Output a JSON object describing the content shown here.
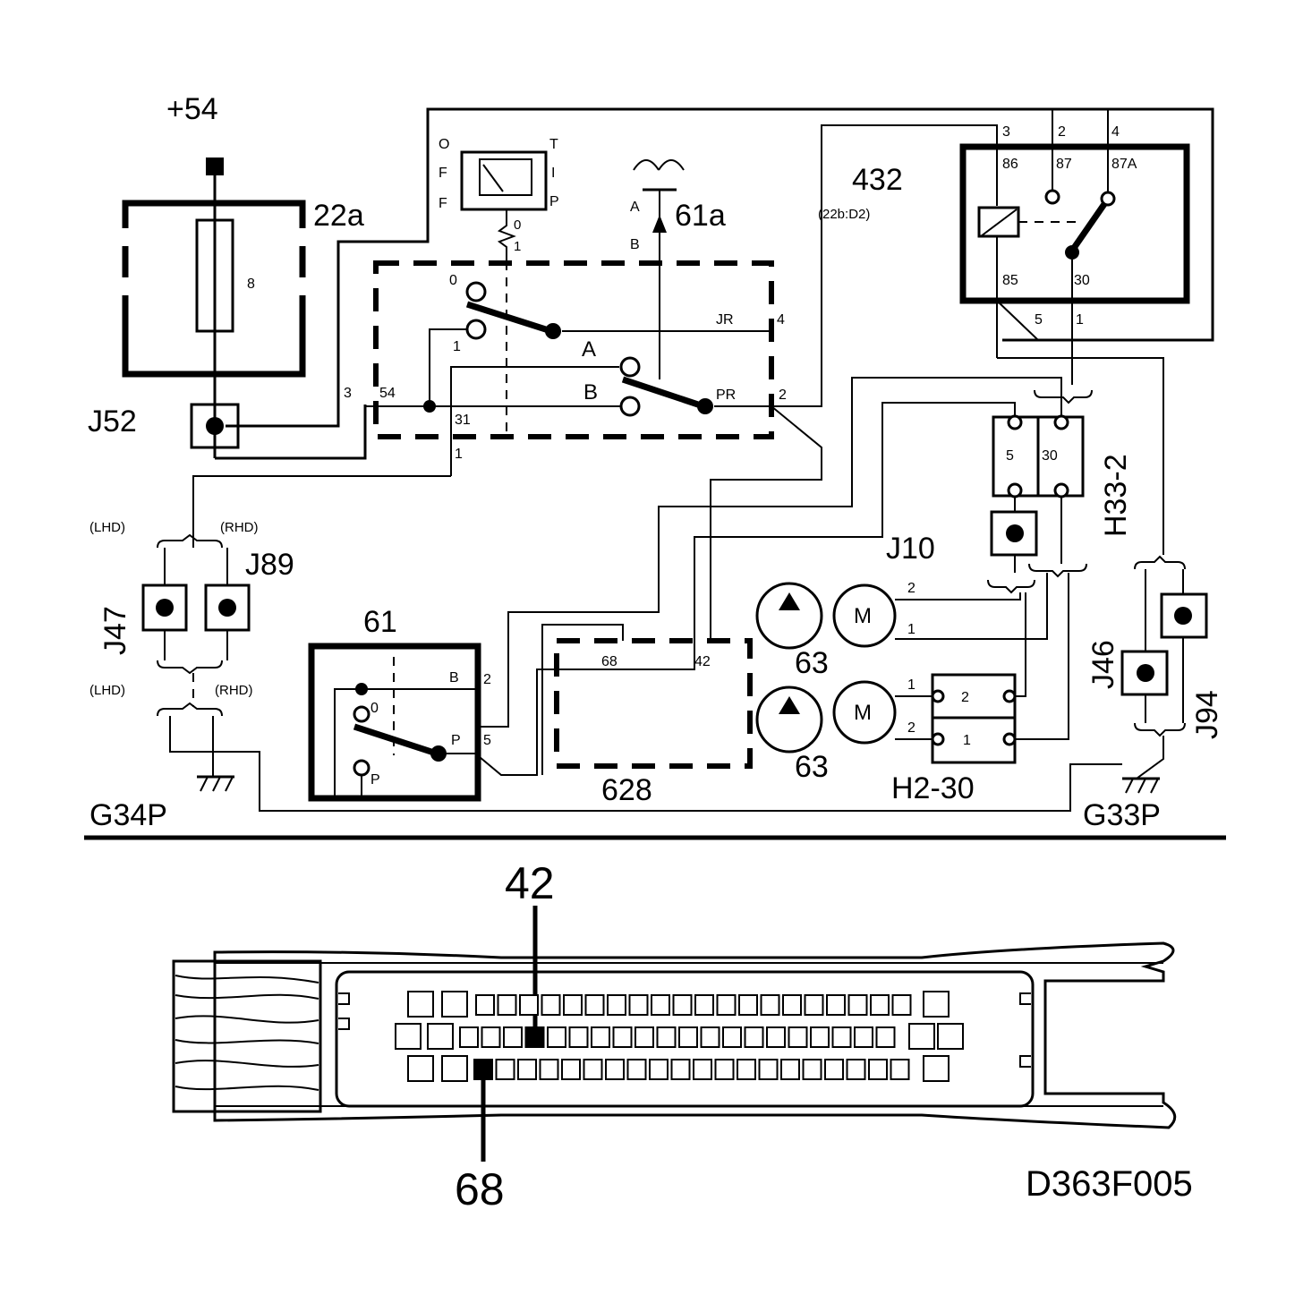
{
  "labels": {
    "supply": "+54",
    "fuse_box": "22a",
    "fuse_value": "8",
    "j52": "J52",
    "switch_pins": {
      "p0": "0",
      "p1": "1",
      "pin3": "3",
      "pin54": "54",
      "pin31": "31",
      "pin1": "1",
      "jr": "JR",
      "pr": "PR",
      "pin4": "4",
      "pin2": "2",
      "A": "A",
      "B": "B"
    },
    "gauge": {
      "O": "O",
      "F1": "F",
      "F2": "F",
      "T": "T",
      "I": "I",
      "P": "P",
      "z0": "0",
      "z1": "1"
    },
    "washer": {
      "name": "61a",
      "A": "A",
      "B": "B"
    },
    "relay": {
      "name": "432",
      "ref": "(22b:D2)",
      "p3": "3",
      "p2": "2",
      "p4": "4",
      "t86": "86",
      "t87": "87",
      "t87a": "87A",
      "t85": "85",
      "t30": "30",
      "p5": "5",
      "p1": "1"
    },
    "h33": {
      "name": "H33-2",
      "p5": "5",
      "p30": "30"
    },
    "j10": "J10",
    "j47": "J47",
    "j89": "J89",
    "lhd_top": "(LHD)",
    "rhd_top": "(RHD)",
    "lhd_bottom": "(LHD)",
    "rhd_bottom": "(RHD)",
    "switch61": {
      "name": "61",
      "B": "B",
      "p2": "2",
      "zero": "0",
      "P": "P",
      "p5": "5",
      "Pbot": "P"
    },
    "ecu": {
      "name": "628",
      "p68": "68",
      "p42": "42"
    },
    "pump_top": {
      "name": "63",
      "motor": "M",
      "p2": "2",
      "p1": "1"
    },
    "pump_bottom": {
      "name": "63",
      "motor": "M",
      "p1": "1",
      "p2": "2"
    },
    "h2": {
      "name": "H2-30",
      "p2": "2",
      "p1": "1"
    },
    "j46": "J46",
    "j94": "J94",
    "g34p": "G34P",
    "g33p": "G33P",
    "connector": {
      "pin42": "42",
      "pin68": "68"
    },
    "figure_id": "D363F005"
  }
}
